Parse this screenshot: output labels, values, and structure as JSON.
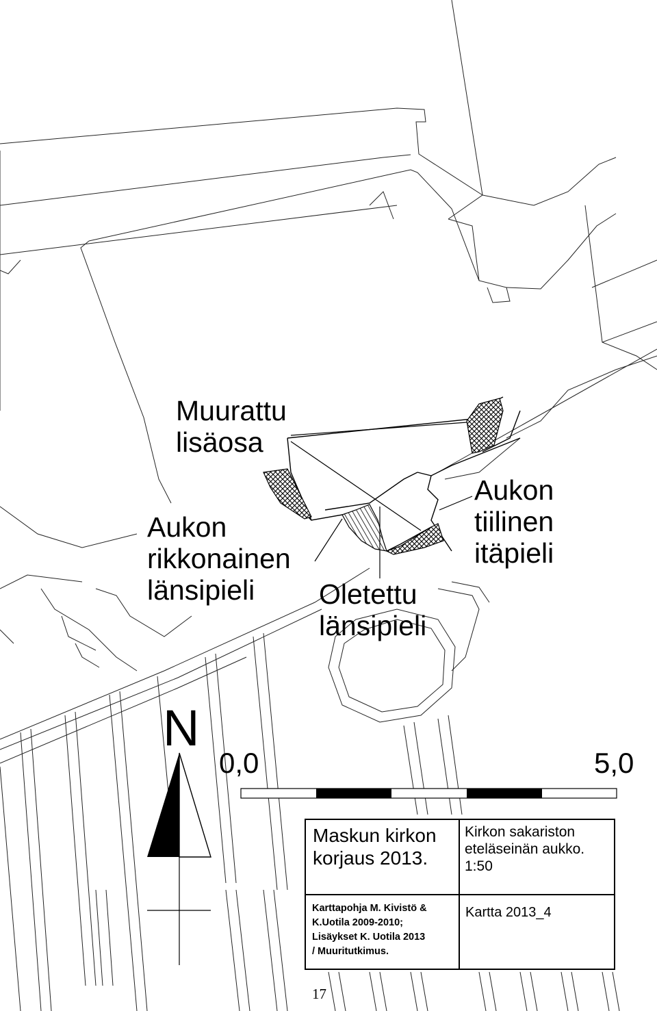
{
  "map": {
    "labels": {
      "added_masonry": [
        "Muurattu",
        "lisäosa"
      ],
      "broken_west_jamb": [
        "Aukon",
        "rikkonainen",
        "länsipieli"
      ],
      "assumed_west_jamb": [
        "Oletettu",
        "länsipieli"
      ],
      "brick_east_jamb": [
        "Aukon",
        "tiilinen",
        "itäpieli"
      ]
    },
    "north_letter": "N",
    "scale_bar": {
      "start": "0,0",
      "end": "5,0"
    }
  },
  "title_block": {
    "project": [
      "Maskun kirkon",
      "korjaus 2013."
    ],
    "description": [
      "Kirkon sakariston",
      "eteläseinän aukko.",
      "1:50"
    ],
    "credits": [
      "Karttapohja M. Kivistö &",
      "K.Uotila 2009-2010;",
      "Lisäykset K. Uotila 2013",
      "/ Muuritutkimus."
    ],
    "map_id": "Kartta 2013_4"
  },
  "page_number": "17"
}
